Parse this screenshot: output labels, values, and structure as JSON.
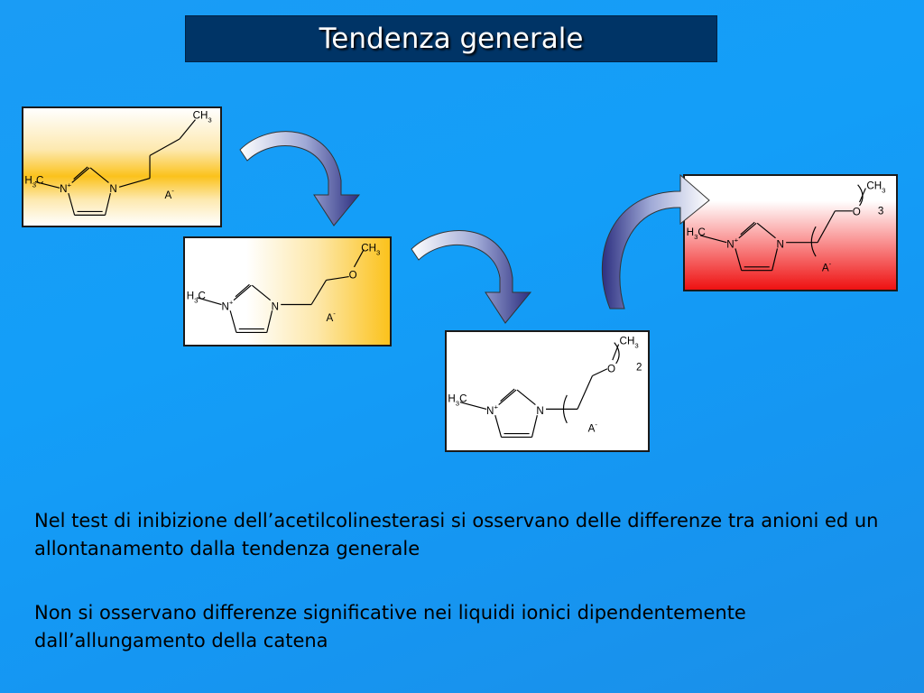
{
  "slide": {
    "title": "Tendenza generale",
    "paragraphs": [
      "Nel test di inibizione dell’acetilcolinesterasi si osservano delle differenze tra anioni ed un allontanamento dalla  tendenza generale",
      "Non si osservano differenze significative nei liquidi ionici dipendentemente dall’allungamento della catena"
    ]
  },
  "molecules": {
    "ch3": "CH",
    "h3c": "H",
    "c": "C",
    "sub3": "3",
    "n": "N",
    "plus": "+",
    "o": "O",
    "anion": "A",
    "minus": "-",
    "repeat_2": "2",
    "repeat_3": "3"
  },
  "colors": {
    "background": "#1a9cf5",
    "title_bar": "#003466",
    "yellow": "#fbc21c",
    "red": "#ee1111"
  }
}
